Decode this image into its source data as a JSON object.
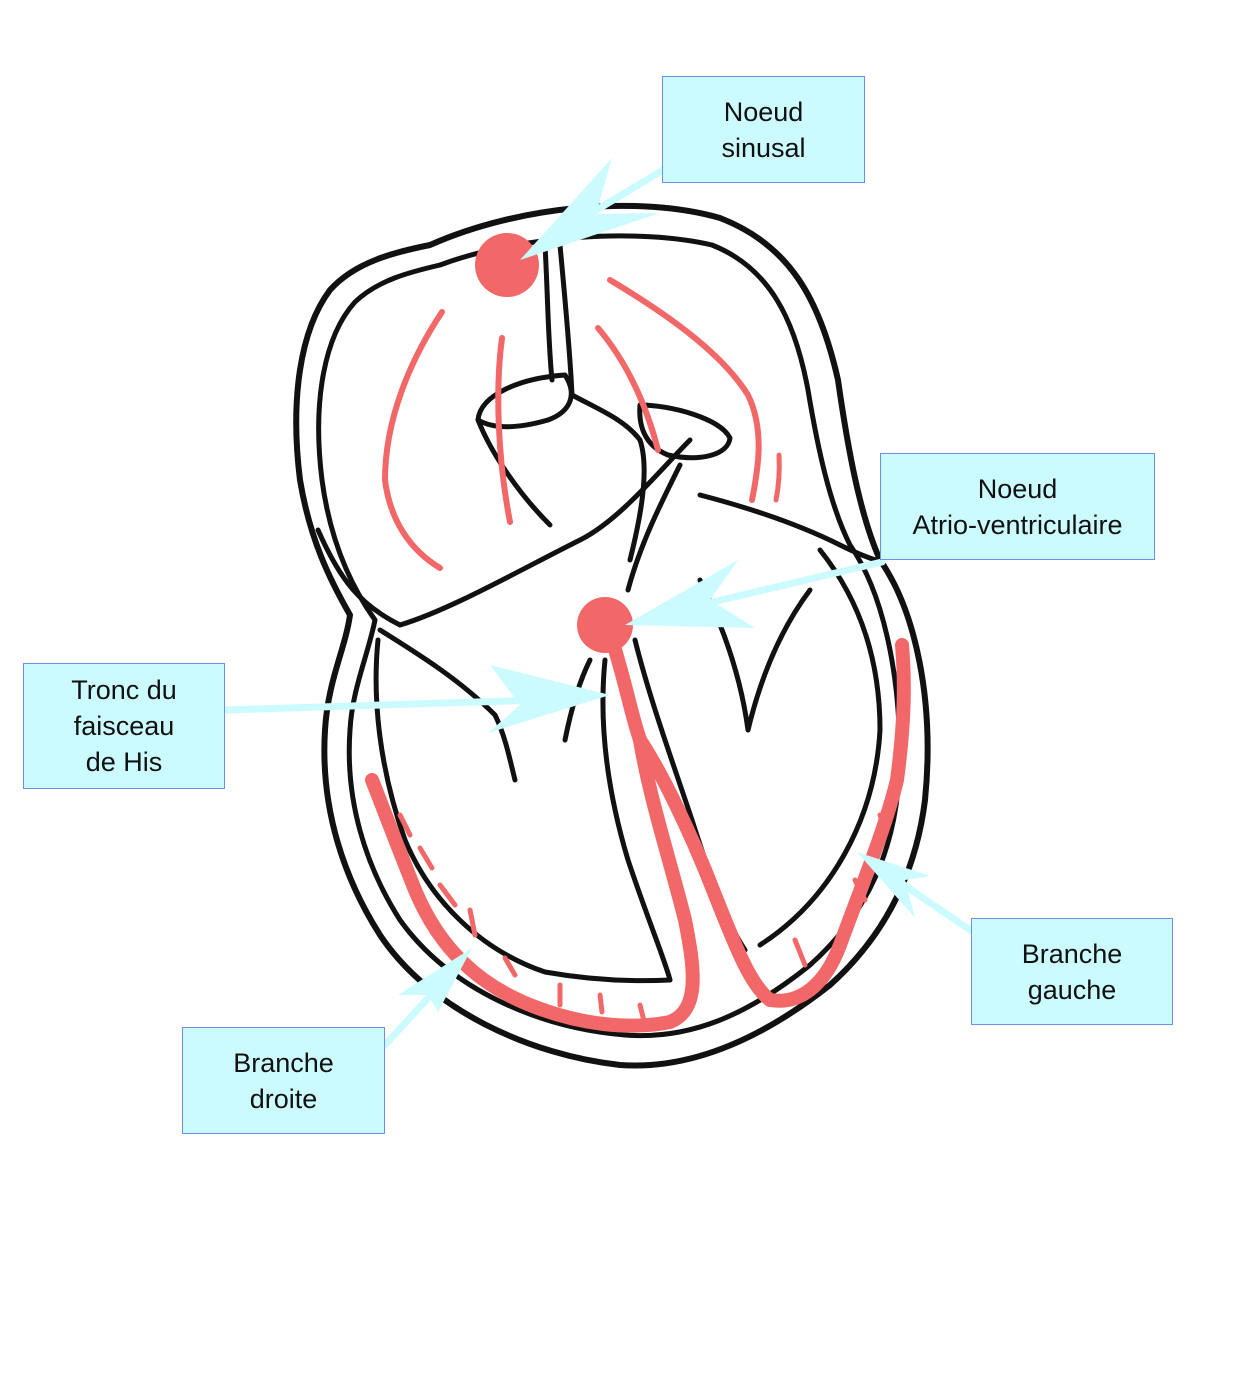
{
  "title": "Système de conduction cardiaque",
  "labels": {
    "sa_node": [
      "Noeud",
      "sinusal"
    ],
    "av_node": [
      "Noeud",
      "Atrio-ventriculaire"
    ],
    "his_bundle": [
      "Tronc du",
      "faisceau",
      "de His"
    ],
    "left_branch": [
      "Branche",
      "gauche"
    ],
    "right_branch": [
      "Branche",
      "droite"
    ]
  },
  "colors": {
    "outline": "#111111",
    "conduction": "#f26868",
    "label_fill": "#ccfbff",
    "label_border": "#6f8ee8"
  }
}
